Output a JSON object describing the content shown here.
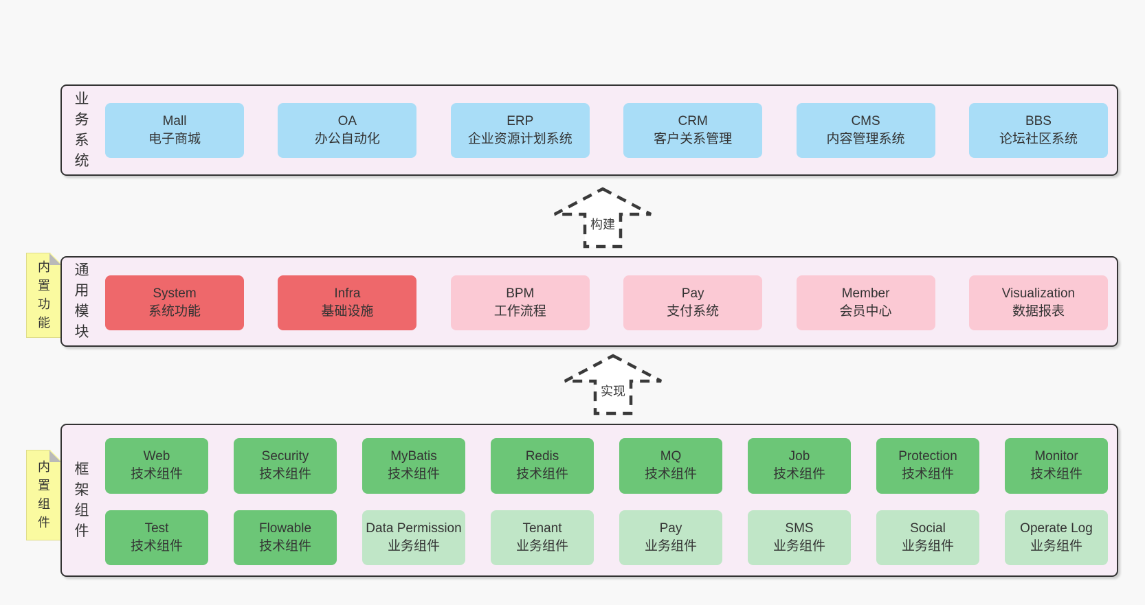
{
  "colors": {
    "background": "#f8f8f8",
    "container_fill": "#f8ecf6",
    "container_border": "#333333",
    "blue_box": "#a9ddf7",
    "red_box": "#ee686b",
    "pink_box": "#fbc9d4",
    "green_box": "#6cc677",
    "light_green_box": "#c0e6c7",
    "sticky_yellow": "#fafaa0",
    "text": "#333333"
  },
  "arrows": [
    {
      "label": "构建"
    },
    {
      "label": "实现"
    }
  ],
  "sections": {
    "business": {
      "label": "业务系统",
      "items": [
        {
          "title": "Mall",
          "subtitle": "电子商城",
          "variant": "blue"
        },
        {
          "title": "OA",
          "subtitle": "办公自动化",
          "variant": "blue"
        },
        {
          "title": "ERP",
          "subtitle": "企业资源计划系统",
          "variant": "blue"
        },
        {
          "title": "CRM",
          "subtitle": "客户关系管理",
          "variant": "blue"
        },
        {
          "title": "CMS",
          "subtitle": "内容管理系统",
          "variant": "blue"
        },
        {
          "title": "BBS",
          "subtitle": "论坛社区系统",
          "variant": "blue"
        }
      ]
    },
    "modules": {
      "label": "通用模块",
      "note": "内置功能",
      "items": [
        {
          "title": "System",
          "subtitle": "系统功能",
          "variant": "red"
        },
        {
          "title": "Infra",
          "subtitle": "基础设施",
          "variant": "red"
        },
        {
          "title": "BPM",
          "subtitle": "工作流程",
          "variant": "pink"
        },
        {
          "title": "Pay",
          "subtitle": "支付系统",
          "variant": "pink"
        },
        {
          "title": "Member",
          "subtitle": "会员中心",
          "variant": "pink"
        },
        {
          "title": "Visualization",
          "subtitle": "数据报表",
          "variant": "pink"
        }
      ]
    },
    "components": {
      "label": "框架组件",
      "note": "内置组件",
      "rows": [
        {
          "items": [
            {
              "title": "Web",
              "subtitle": "技术组件",
              "variant": "green"
            },
            {
              "title": "Security",
              "subtitle": "技术组件",
              "variant": "green"
            },
            {
              "title": "MyBatis",
              "subtitle": "技术组件",
              "variant": "green"
            },
            {
              "title": "Redis",
              "subtitle": "技术组件",
              "variant": "green"
            },
            {
              "title": "MQ",
              "subtitle": "技术组件",
              "variant": "green"
            },
            {
              "title": "Job",
              "subtitle": "技术组件",
              "variant": "green"
            },
            {
              "title": "Protection",
              "subtitle": "技术组件",
              "variant": "green"
            },
            {
              "title": "Monitor",
              "subtitle": "技术组件",
              "variant": "green"
            }
          ]
        },
        {
          "items": [
            {
              "title": "Test",
              "subtitle": "技术组件",
              "variant": "green"
            },
            {
              "title": "Flowable",
              "subtitle": "技术组件",
              "variant": "green"
            },
            {
              "title": "Data Permission",
              "subtitle": "业务组件",
              "variant": "light-green"
            },
            {
              "title": "Tenant",
              "subtitle": "业务组件",
              "variant": "light-green"
            },
            {
              "title": "Pay",
              "subtitle": "业务组件",
              "variant": "light-green"
            },
            {
              "title": "SMS",
              "subtitle": "业务组件",
              "variant": "light-green"
            },
            {
              "title": "Social",
              "subtitle": "业务组件",
              "variant": "light-green"
            },
            {
              "title": "Operate Log",
              "subtitle": "业务组件",
              "variant": "light-green"
            }
          ]
        }
      ]
    }
  }
}
